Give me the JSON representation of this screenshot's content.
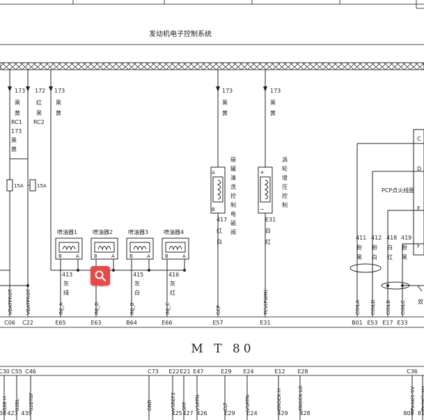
{
  "header": {
    "title": "发动机电子控制系统"
  },
  "ecu_label": "M T 80",
  "supply": {
    "w1": {
      "num": "173",
      "color": [
        "黑",
        "黄"
      ],
      "sub": "RC1"
    },
    "w2": {
      "num": "172",
      "color": [
        "红",
        "黑"
      ],
      "sub": "RC2"
    },
    "w3": {
      "num": "173",
      "color": [
        "黑",
        "黄"
      ]
    },
    "w1b": {
      "num": "173",
      "color": [
        "黑",
        "黄"
      ]
    },
    "fuse1": "15A",
    "fuse2": "15A"
  },
  "injectors": [
    {
      "name": "喷油器1"
    },
    {
      "name": "喷油器2"
    },
    {
      "name": "喷油器3"
    },
    {
      "name": "喷油器4"
    }
  ],
  "injector_wires": [
    {
      "num": "413",
      "color": [
        "灰",
        "绿"
      ]
    },
    {
      "num": "414",
      "color": [
        "棕"
      ]
    },
    {
      "num": "415",
      "color": [
        "灰",
        "白"
      ]
    },
    {
      "num": "416",
      "color": [
        "灰",
        "红"
      ]
    }
  ],
  "canister": {
    "wire_top": {
      "num": "173",
      "color": [
        "黑",
        "黄"
      ]
    },
    "name": [
      "碳",
      "罐",
      "清",
      "洗",
      "控",
      "制",
      "电",
      "磁",
      "阀"
    ],
    "wire_bottom": {
      "num": "417",
      "color": [
        "红",
        "白"
      ]
    }
  },
  "wastegate": {
    "wire_top": {
      "num": "173",
      "color": [
        "黑",
        "黄"
      ]
    },
    "name": [
      "涡",
      "轮",
      "增",
      "压",
      "控",
      "制"
    ],
    "wire_bottom": {
      "num": "E31",
      "color": [
        "白",
        "红"
      ]
    }
  },
  "right_block": {
    "label": "PCP点火线圈",
    "pins": [
      "C",
      "D",
      "E",
      "F"
    ],
    "wires": [
      {
        "num": "411",
        "color": [
          "粉",
          "黑"
        ]
      },
      {
        "num": "412",
        "color": [
          "粉",
          "白"
        ]
      },
      {
        "num": "418",
        "color": [
          "白",
          "红"
        ]
      },
      {
        "num": "419",
        "color": [
          "粉",
          "黑"
        ]
      }
    ],
    "edge_text": "双"
  },
  "signals": [
    {
      "sig": "VBATPROT",
      "pin": "C06"
    },
    {
      "sig": "VBATPROT",
      "pin": "C22"
    },
    {
      "sig": "INJ_A",
      "pin": "E65"
    },
    {
      "sig": "INJ_D",
      "pin": "E63"
    },
    {
      "sig": "INJ_B",
      "pin": "B64"
    },
    {
      "sig": "INJ_C",
      "pin": "E66"
    },
    {
      "sig": "CCP",
      "pin": "E57"
    },
    {
      "sig": "TCV(PWM)",
      "pin": "E31"
    },
    {
      "sig": "COILA",
      "pin": "B01"
    },
    {
      "sig": "COILD",
      "pin": "E53"
    },
    {
      "sig": "COILB",
      "pin": "E17"
    },
    {
      "sig": "COILC",
      "pin": "E33"
    }
  ],
  "bottom_pins": [
    "C30",
    "C55",
    "C46",
    "C73",
    "E22",
    "E21",
    "E47",
    "E29",
    "E24",
    "E12",
    "E28",
    "C36"
  ],
  "bottom_signals": [
    "02B H",
    "02BL",
    "02BTBF",
    "GND",
    "V5REF2",
    "5RT",
    "V5RTN",
    "CLT",
    "V5RTN",
    "KNOCK H",
    "KNOCK LO",
    "Pedal1-5V",
    "Pedal1-sig"
  ],
  "bottom_wires": [
    "38",
    "423",
    "439",
    "425",
    "427",
    "426",
    "E29",
    "E24",
    "429",
    "428",
    "808",
    "81"
  ],
  "icons": {
    "zoom": "zoom-magnifier-icon"
  }
}
